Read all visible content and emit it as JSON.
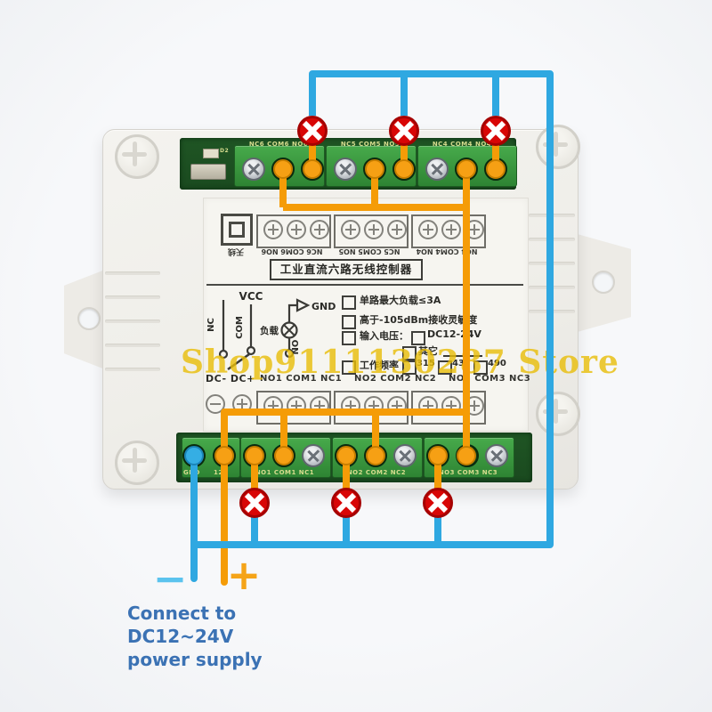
{
  "watermark_text": "Shop9111130287 Store",
  "pcb": {
    "component_label": "D2",
    "top_silk": [
      "NC6 COM6 NO6",
      "NC5 COM5 NO5",
      "NC4 COM4 NO4"
    ],
    "bottom_silk": [
      "GND",
      "12V",
      "NO1 COM1 NC1",
      "NO2 COM2 NC2",
      "NO3 COM3 NC3"
    ]
  },
  "panel": {
    "antenna_label": "天线",
    "top_group_labels": [
      "NC6 COM6 NO6",
      "NC5 COM5 NO5",
      "NC4 COM4 NO4"
    ],
    "title": "工业直流六路无线控制器",
    "schematic": {
      "nc": "NC",
      "com": "COM",
      "vcc": "VCC",
      "load": "负载",
      "gnd": "GND",
      "no": "NO"
    },
    "specs": {
      "row1": "单路最大负载≤3A",
      "row2": "高于-105dBm接收灵敏度",
      "row3_label": "输入电压：",
      "row3_option": "DC12-24V",
      "row4_option": "其它",
      "row5_label": "工作频率",
      "row5_options": [
        "315",
        "433",
        "490"
      ]
    },
    "bottom_labels": {
      "dc": "DC- DC+",
      "g1": "NO1 COM1 NC1",
      "g2": "NO2 COM2 NC2",
      "g3": "NO3 COM3 NC3"
    }
  },
  "wiring": {
    "minus": "−",
    "plus": "+",
    "caption_line1": "Connect to DC12~24V",
    "caption_line2": "power supply"
  },
  "colors": {
    "wire_orange": "#F59C07",
    "wire_blue": "#2FA8E1",
    "lamp_red": "#D80606",
    "caption_blue": "#3B72B4",
    "watermark_yellow": "#E9BE08",
    "pcb_green": "#2F8834"
  }
}
